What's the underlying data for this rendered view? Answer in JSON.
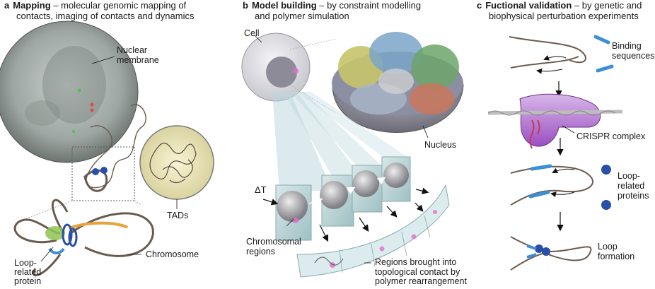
{
  "panels": {
    "a": {
      "letter": "a",
      "title": "Mapping",
      "subtitle_line1": " – molecular genomic mapping of",
      "subtitle_line2": "contacts, imaging of contacts and dynamics",
      "labels": {
        "nuclear_membrane_1": "Nuclear",
        "nuclear_membrane_2": "membrane",
        "tads": "TADs",
        "chromosome": "Chromosome",
        "loop_protein_1": "Loop-",
        "loop_protein_2": "related",
        "loop_protein_3": "protein"
      }
    },
    "b": {
      "letter": "b",
      "title": "Model building",
      "subtitle_line1": " – by constraint modelling",
      "subtitle_line2": "and polymer simulation",
      "labels": {
        "cell": "Cell",
        "nucleus": "Nucleus",
        "delta_t": "ΔT",
        "chromosomal_1": "Chromosomal",
        "chromosomal_2": "regions",
        "regions_1": "Regions brought into",
        "regions_2": "topological contact by",
        "regions_3": "polymer rearrangement"
      }
    },
    "c": {
      "letter": "c",
      "title": "Fuctional validation",
      "subtitle_line1": " – by genetic and",
      "subtitle_line2": "biophysical perturbation experiments",
      "labels": {
        "binding_1": "Binding",
        "binding_2": "sequences",
        "crispr": "CRISPR complex",
        "loop_related_1": "Loop-",
        "loop_related_2": "related",
        "loop_related_3": "proteins",
        "loop_formation_1": "Loop",
        "loop_formation_2": "formation"
      }
    }
  },
  "colors": {
    "chromatin": "#6b5a4e",
    "binding_blue": "#3a8fd6",
    "protein_blue": "#2a4fa8",
    "orange": "#e8a33a",
    "crispr_purple": "#9b4fc0",
    "pink_glow": "#e070c8",
    "nucleus_grey": "#8a8f93"
  }
}
